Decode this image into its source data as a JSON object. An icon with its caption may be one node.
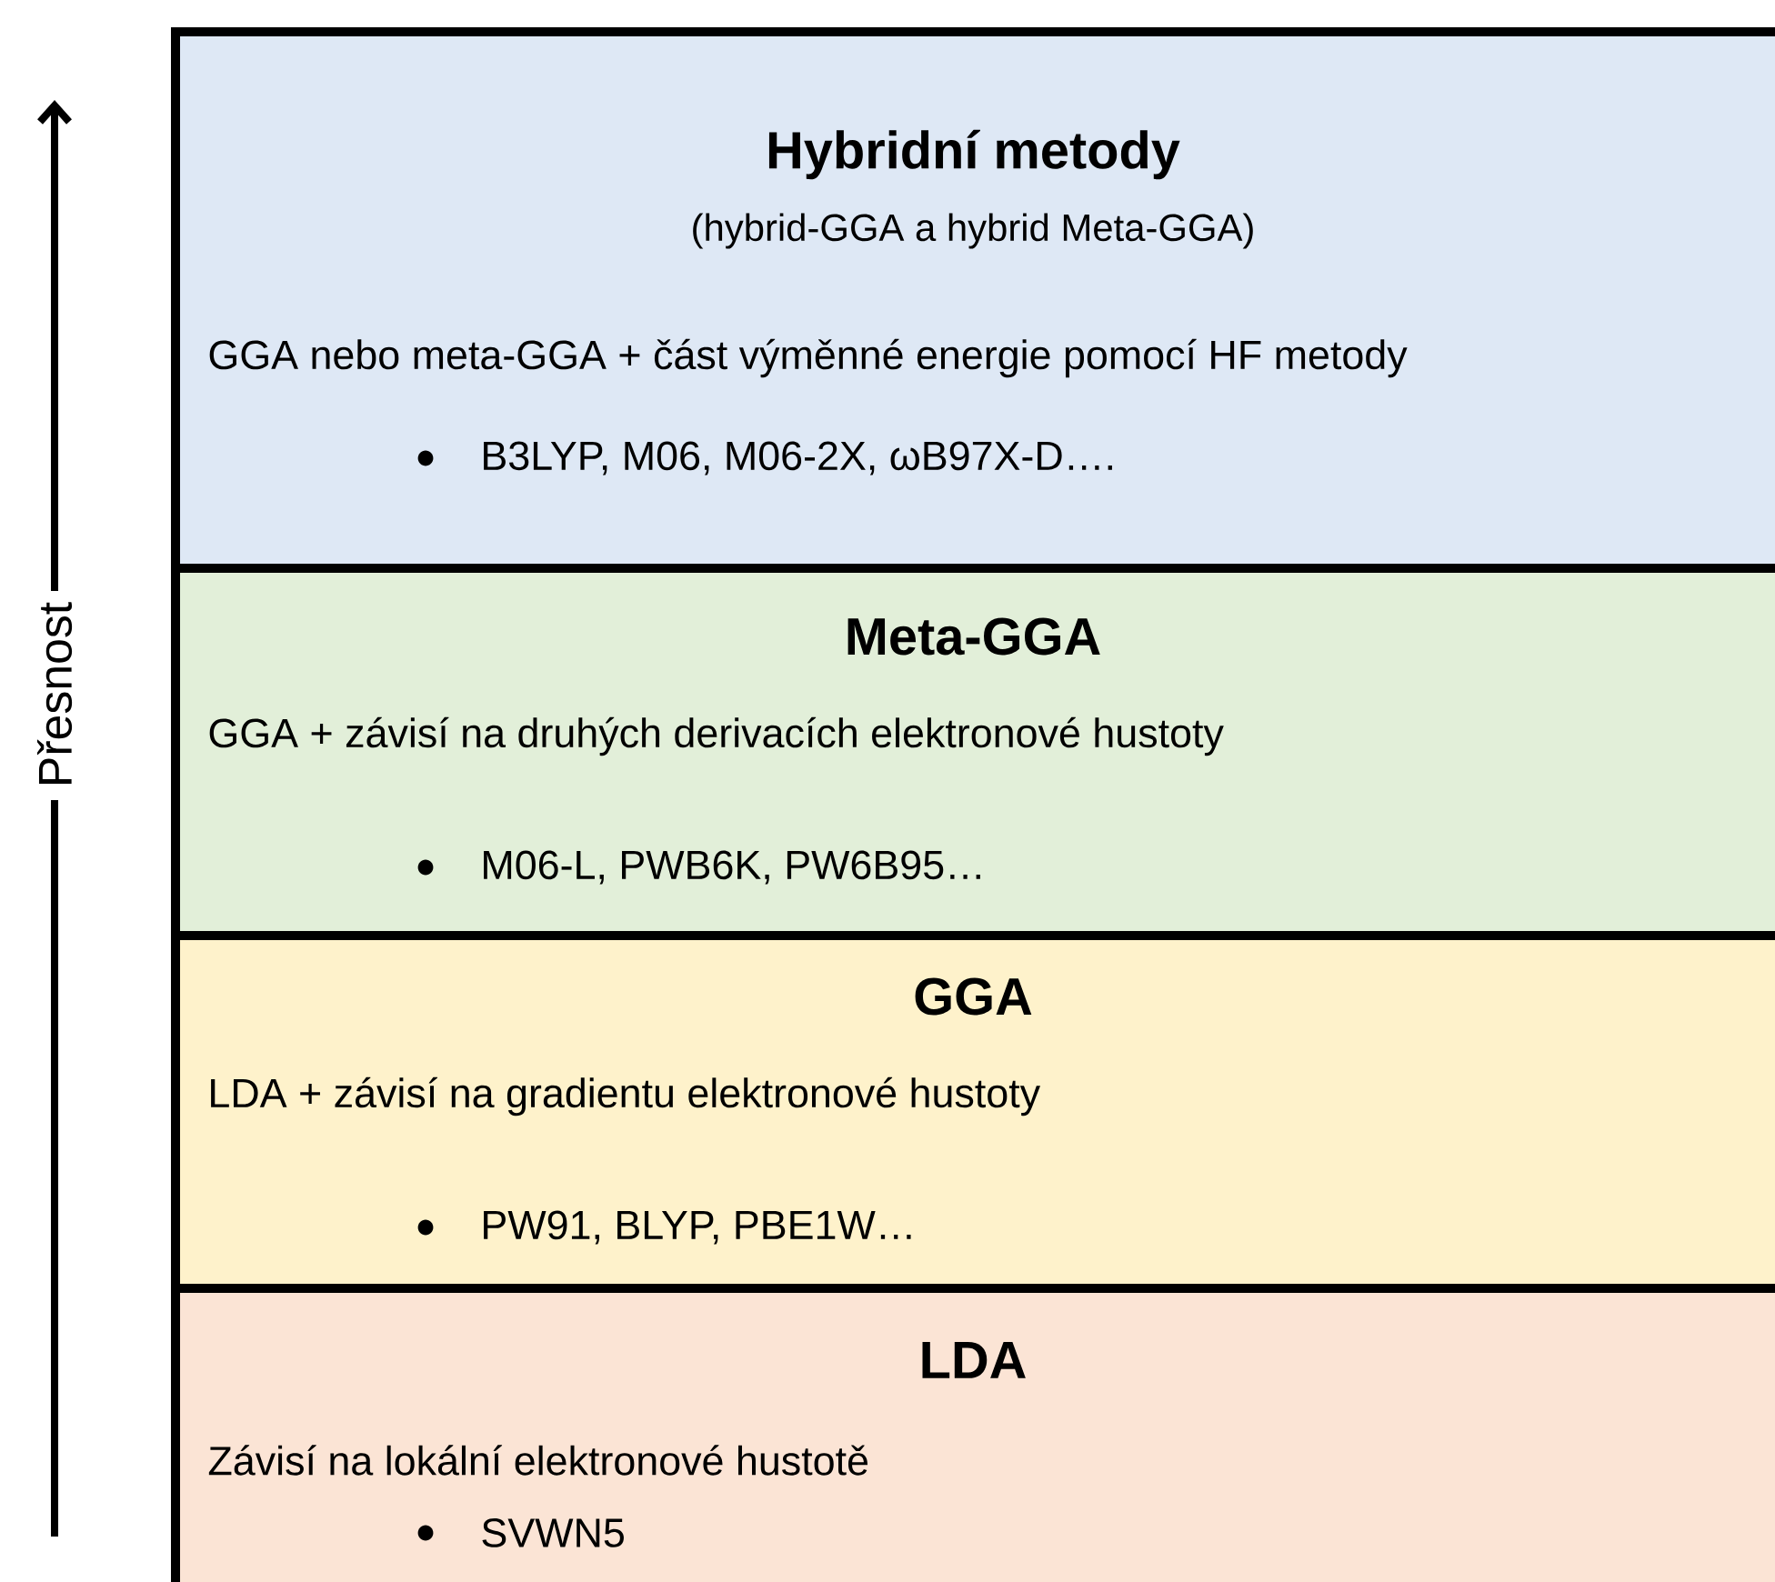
{
  "diagram": {
    "nodes": [
      {
        "text": [
          "Hybridní metody",
          "(hybrid-GGA a hybrid Meta-GGA)",
          "GGA nebo meta-GGA + část výměnné energie pomocí HF metody",
          "B3LYP, M06, M06-2X, ωB97X-D…."
        ]
      },
      {
        "text": [
          "Meta-GGA",
          "GGA + závisí na druhých derivacích elektronové hustoty",
          "M06-L, PWB6K, PW6B95…"
        ]
      },
      {
        "text": [
          "GGA",
          "LDA + závisí na gradientu elektronové hustoty",
          "PW91, BLYP, PBE1W…"
        ]
      },
      {
        "text": [
          "LDA",
          "Závisí na lokální elektronové hustotě",
          "SVWN5"
        ]
      }
    ],
    "edges": [],
    "labels": [
      "Přesnost"
    ]
  }
}
